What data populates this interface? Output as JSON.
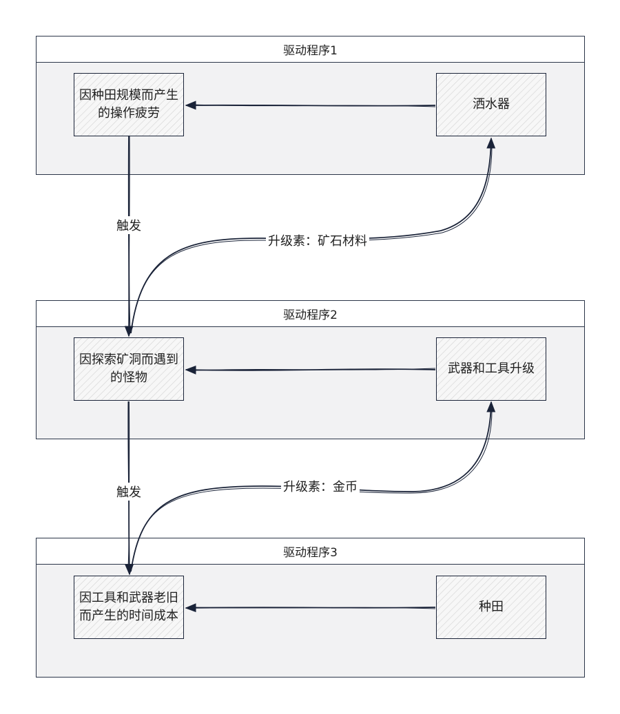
{
  "groups": [
    {
      "title": "驱动程序1"
    },
    {
      "title": "驱动程序2"
    },
    {
      "title": "驱动程序3"
    }
  ],
  "nodes": {
    "problem1": "因种田规模而产生的操作疲劳",
    "solution1": "洒水器",
    "problem2": "因探索矿洞而遇到的怪物",
    "solution2": "武器和工具升级",
    "problem3": "因工具和武器老旧而产生的时间成本",
    "solution3": "种田"
  },
  "edges": {
    "trigger1": "触发",
    "trigger2": "触发",
    "upgrade1": "升级素：矿石材料",
    "upgrade2": "升级素：金币"
  },
  "colors": {
    "stroke": "#1a2338",
    "group_fill": "#f2f2f3",
    "node_fill": "#f7f7f7"
  }
}
